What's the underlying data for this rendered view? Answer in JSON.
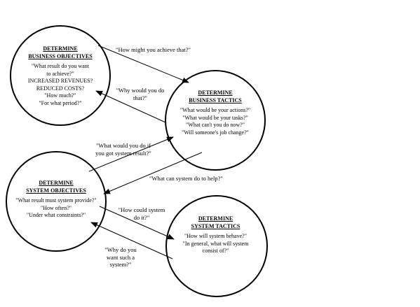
{
  "diagram": {
    "nodes": {
      "business_objectives": {
        "title": [
          "DETERMINE",
          "BUSINESS OBJECTIVES"
        ],
        "lines": [
          "\"What result do you want",
          "to achieve?\"",
          "INCREASED REVENUES?",
          "REDUCED COSTS?",
          "\"How much?\"",
          "\"For what period?\""
        ]
      },
      "business_tactics": {
        "title": [
          "DETERMINE",
          "BUSINESS TACTICS"
        ],
        "lines": [
          "\"What would be your actions?\"",
          "\"What would be your tasks?\"",
          "\"What can't you do now?\"",
          "\"Will someone's job change?\""
        ]
      },
      "system_objectives": {
        "title": [
          "DETERMINE",
          "SYSTEM OBJECTIVES"
        ],
        "lines": [
          "\"What result must system provide?\"",
          "\"How often?\"",
          "\"Under what constraints?\""
        ]
      },
      "system_tactics": {
        "title": [
          "DETERMINE",
          "SYSTEM TACTICS"
        ],
        "lines": [
          "\"How will system behave?\"",
          "\"In general, what will system",
          "consist of?\""
        ]
      }
    },
    "edges": {
      "how_achieve": [
        "\"How might you achieve that?\""
      ],
      "why_do_that": [
        "\"Why would you do",
        "that?\""
      ],
      "what_would_you_do": [
        "\"What would you do if",
        "you got system result?\""
      ],
      "what_can_system_do": [
        "\"What can system do to help?\""
      ],
      "how_could_system": [
        "\"How could system",
        "do it?\""
      ],
      "why_system": [
        "\"Why do you",
        "want such a",
        "system?\""
      ]
    }
  }
}
